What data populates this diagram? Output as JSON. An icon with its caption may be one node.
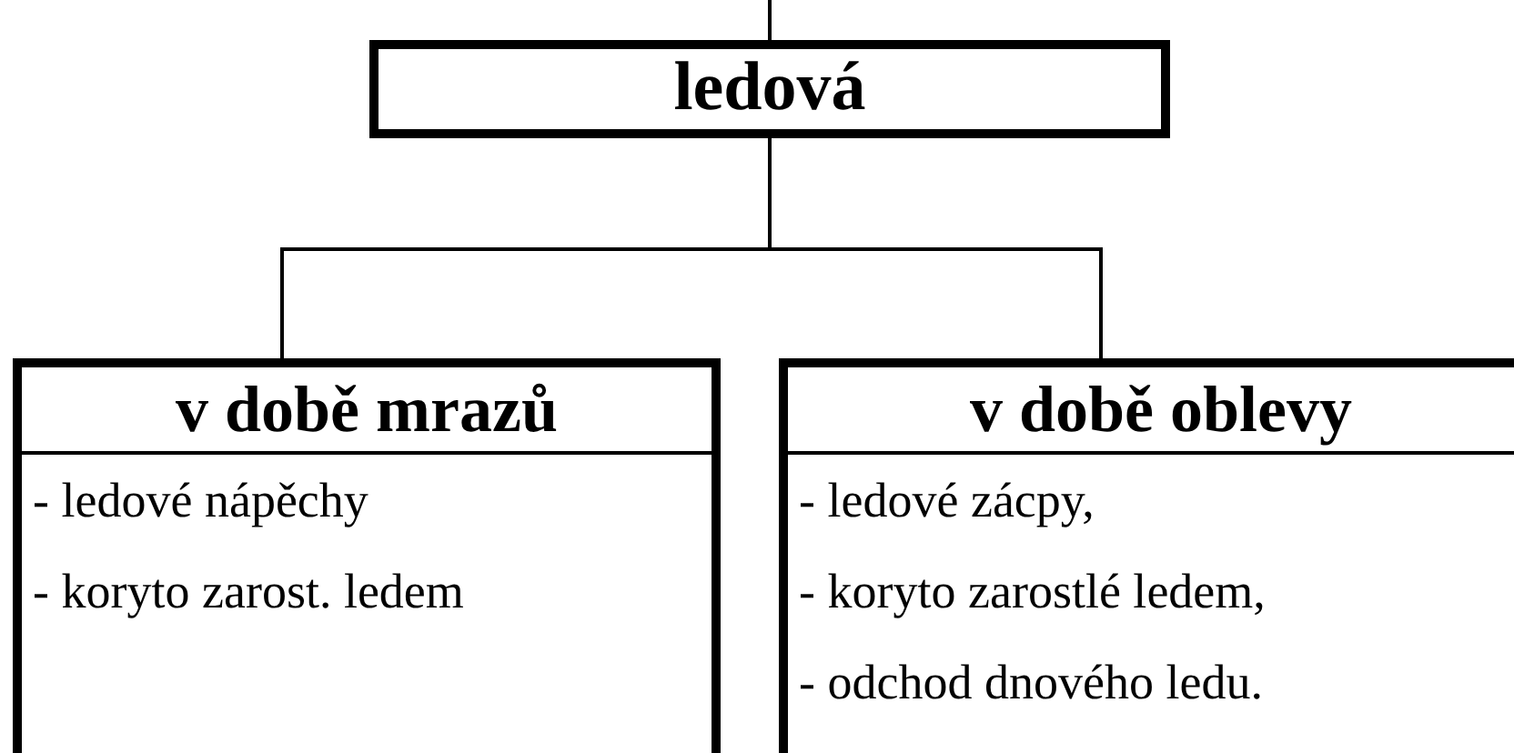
{
  "diagram": {
    "nodes": [
      {
        "text": [
          "ledová"
        ]
      },
      {
        "text": [
          "v době mrazů",
          "- ledové nápěchy",
          "- koryto zarost. ledem"
        ]
      },
      {
        "text": [
          "v době oblevy",
          "- ledové zácpy,",
          "- koryto zarostlé ledem,",
          "- odchod dnového ledu."
        ]
      }
    ],
    "edges": [
      {
        "from": null,
        "to": 0,
        "arrow": "none"
      },
      {
        "from": 0,
        "to": 1,
        "arrow": "none"
      },
      {
        "from": 0,
        "to": 2,
        "arrow": "none"
      }
    ]
  }
}
